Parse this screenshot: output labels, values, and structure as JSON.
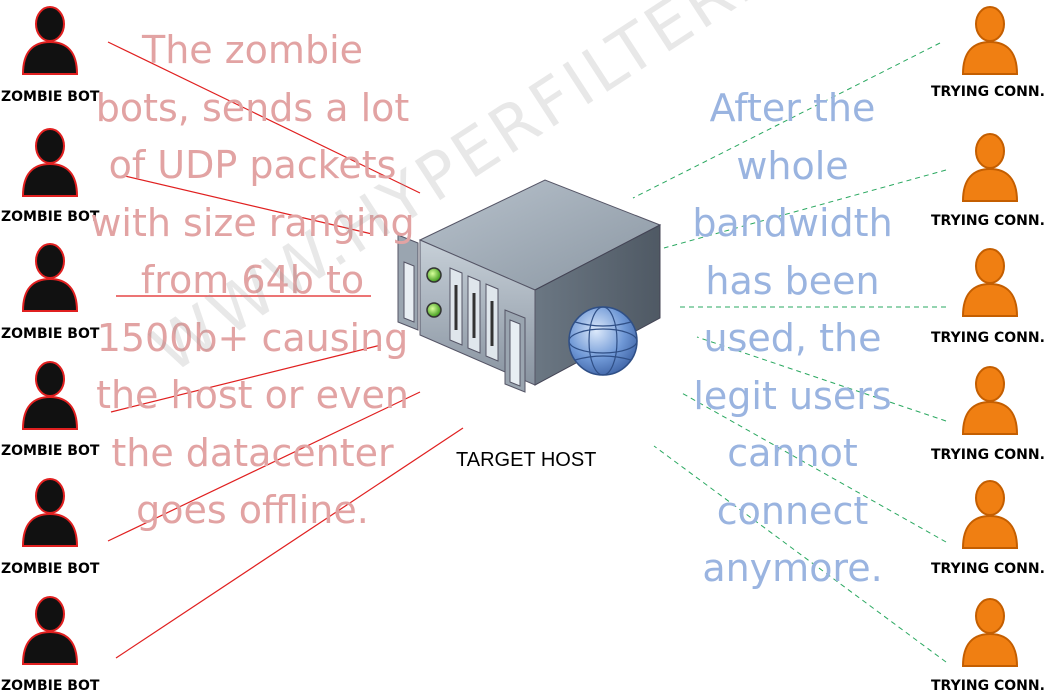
{
  "diagram": {
    "left_text": "The zombie bots, sends a lot of UDP packets with size ranging from 64b to 1500b+ causing the host or even the datacenter goes offline.",
    "right_text": "After the whole bandwidth has been used, the legit users cannot connect anymore.",
    "target_label": "TARGET HOST",
    "watermark": "WWW.HYPERFILTER.COM",
    "zombie_label": "ZOMBIE BOT",
    "user_label": "TRYING CONN.",
    "zombies": [
      {
        "label": "ZOMBIE BOT"
      },
      {
        "label": "ZOMBIE BOT"
      },
      {
        "label": "ZOMBIE BOT"
      },
      {
        "label": "ZOMBIE BOT"
      },
      {
        "label": "ZOMBIE BOT"
      },
      {
        "label": "ZOMBIE BOT"
      }
    ],
    "users": [
      {
        "label": "TRYING CONN."
      },
      {
        "label": "TRYING CONN."
      },
      {
        "label": "TRYING CONN."
      },
      {
        "label": "TRYING CONN."
      },
      {
        "label": "TRYING CONN."
      },
      {
        "label": "TRYING CONN."
      }
    ],
    "colors": {
      "zombie_fill": "#111111",
      "zombie_outline": "#e02020",
      "attack_line": "#e02020",
      "user_fill": "#f07f12",
      "user_outline": "#c45e00",
      "user_line": "#2aa860",
      "left_text": "#e2a3a3",
      "right_text": "#9ab4e0"
    }
  }
}
